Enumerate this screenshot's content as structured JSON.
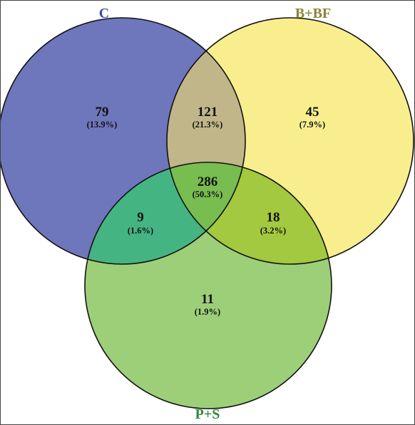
{
  "sets": [
    {
      "key": "c",
      "label": "C",
      "color": "#6E76BC",
      "label_color": "#3F4BA8"
    },
    {
      "key": "bbf",
      "label": "B+BF",
      "color": "#F8EE8E",
      "label_color": "#8A8538"
    },
    {
      "key": "ps",
      "label": "P+S",
      "color": "#9DCF78",
      "label_color": "#2E8A3C"
    }
  ],
  "regions": {
    "c_only": {
      "count": "79",
      "percent": "(13.9%)",
      "color": "#6E76BC"
    },
    "bbf_only": {
      "count": "45",
      "percent": "(7.9%)",
      "color": "#F8EE8E"
    },
    "ps_only": {
      "count": "11",
      "percent": "(1.9%)",
      "color": "#9DCF78"
    },
    "c_bbf": {
      "count": "121",
      "percent": "(21.3%)",
      "color": "#C1B68A"
    },
    "c_ps": {
      "count": "9",
      "percent": "(1.6%)",
      "color": "#45B483"
    },
    "bbf_ps": {
      "count": "18",
      "percent": "(3.2%)",
      "color": "#A2C93F"
    },
    "all": {
      "count": "286",
      "percent": "(50.3%)",
      "color": "#78BD50"
    }
  }
}
